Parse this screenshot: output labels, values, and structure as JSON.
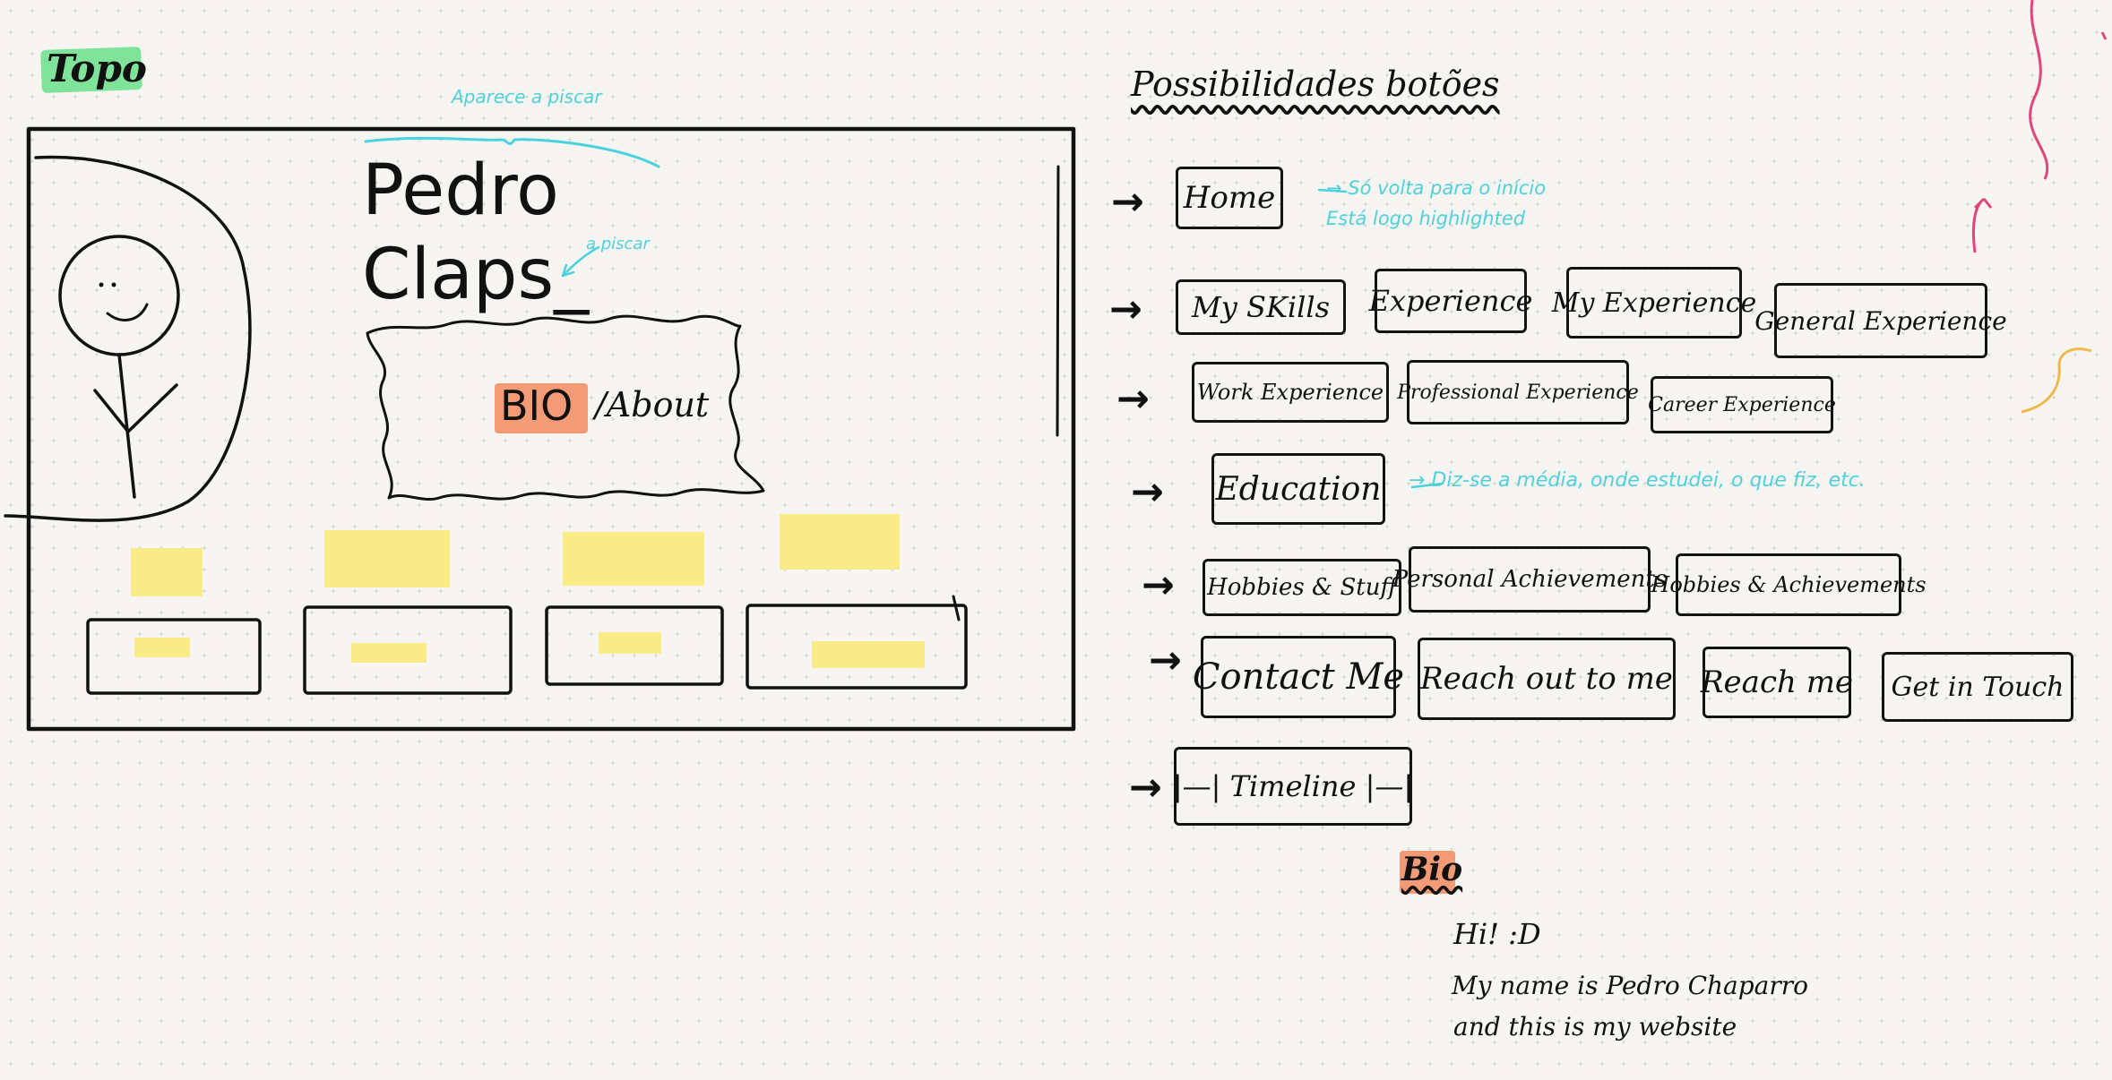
{
  "topo": {
    "label": "Topo",
    "note_top": "Aparece a piscar",
    "name_line1": "Pedro",
    "name_line2": "Claps_",
    "note_cursor": "a piscar",
    "bio_tag": "BIO",
    "about": "/About"
  },
  "options": {
    "heading": "Possibilidades botões",
    "rows": [
      {
        "items": [
          "Home"
        ],
        "note": "→ Só volta para o início\nEstá logo highlighted"
      },
      {
        "items": [
          "My SKills",
          "Experience",
          "My Experience",
          "General Experience"
        ]
      },
      {
        "items": [
          "Work Experience",
          "Professional Experience",
          "Career Experience"
        ]
      },
      {
        "items": [
          "Education"
        ],
        "note": "→ Diz-se a média, onde estudei, o que fiz, etc."
      },
      {
        "items": [
          "Hobbies & Stuff",
          "Personal Achievements",
          "Hobbies & Achievements"
        ]
      },
      {
        "items": [
          "Contact Me",
          "Reach out to me",
          "Reach me",
          "Get in Touch"
        ]
      },
      {
        "items": [
          "|—| Timeline |—|"
        ]
      }
    ]
  },
  "bio": {
    "label": "Bio",
    "line1": "Hi! :D",
    "line2": "My name is Pedro Chaparro",
    "line3": "and this is my website"
  },
  "colors": {
    "ink": "#121212",
    "note_cyan": "#48d3df",
    "highlight_green": "#7fe39a",
    "highlight_orange": "#f39a77",
    "highlight_yellow": "#fbea88",
    "accent_pink": "#e0457b",
    "accent_orange": "#f2b84b"
  }
}
